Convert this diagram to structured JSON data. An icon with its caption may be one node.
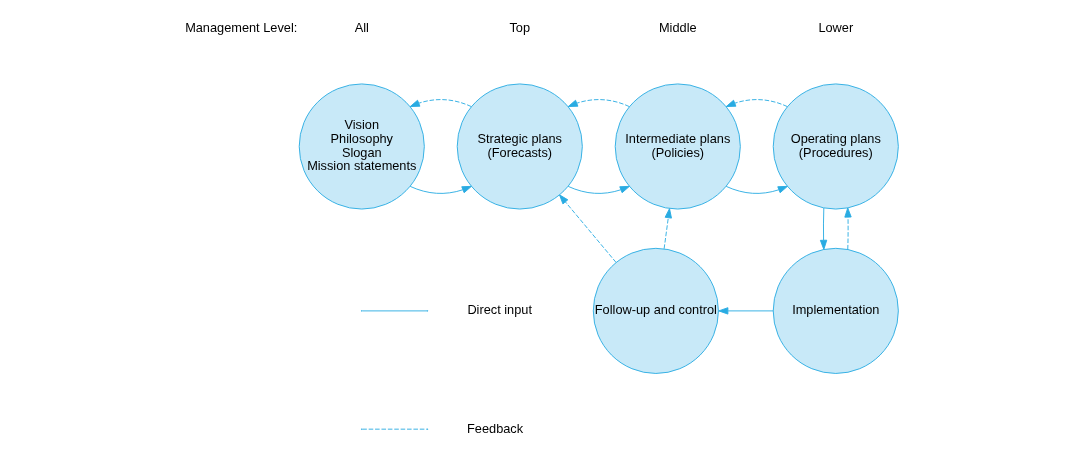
{
  "diagram": {
    "nodes": [
      {
        "text": [
          "Vision",
          "Philosophy",
          "Slogan",
          "Mission statements"
        ]
      },
      {
        "text": [
          "Strategic plans",
          "(Forecasts)"
        ]
      },
      {
        "text": [
          "Intermediate plans",
          "(Policies)"
        ]
      },
      {
        "text": [
          "Operating plans",
          "(Procedures)"
        ]
      },
      {
        "text": [
          "Follow-up and control"
        ]
      },
      {
        "text": [
          "Implementation"
        ]
      }
    ],
    "edges": [
      {
        "from": 0,
        "to": 1,
        "arrow": "to"
      },
      {
        "from": 1,
        "to": 0,
        "arrow": "to",
        "style": "dashed"
      },
      {
        "from": 1,
        "to": 2,
        "arrow": "to"
      },
      {
        "from": 2,
        "to": 1,
        "arrow": "to",
        "style": "dashed"
      },
      {
        "from": 2,
        "to": 3,
        "arrow": "to"
      },
      {
        "from": 3,
        "to": 2,
        "arrow": "to",
        "style": "dashed"
      },
      {
        "from": 4,
        "to": 1,
        "arrow": "to",
        "style": "dashed"
      },
      {
        "from": 4,
        "to": 2,
        "arrow": "to",
        "style": "dashed"
      },
      {
        "from": 3,
        "to": 5,
        "arrow": "to"
      },
      {
        "from": 5,
        "to": 3,
        "arrow": "to",
        "style": "dashed"
      },
      {
        "from": 5,
        "to": 4,
        "arrow": "to"
      }
    ],
    "labels": [
      "Management Level:",
      "All",
      "Top",
      "Middle",
      "Lower"
    ],
    "legend": [
      {
        "text": "Direct input"
      },
      {
        "text": "Feedback"
      }
    ]
  }
}
